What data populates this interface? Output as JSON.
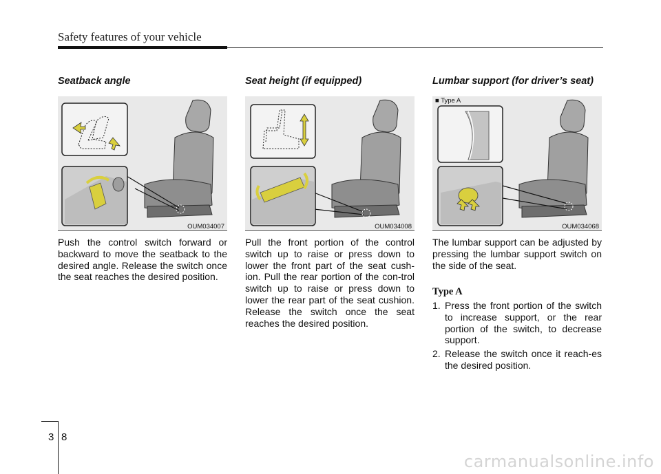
{
  "header": {
    "title": "Safety features of your vehicle"
  },
  "sections": [
    {
      "heading": "Seatback angle",
      "figure_code": "OUM034007",
      "body": "Push the control switch forward or backward to move the seatback to the desired angle. Release the switch once the seat reaches the desired position."
    },
    {
      "heading": "Seat height (if equipped)",
      "figure_code": "OUM034008",
      "body": "Pull the front portion of the control switch up to raise or press down to lower the front part of the seat cush-ion. Pull the rear portion of the con-trol switch up to raise or press down to lower the rear part of the seat cushion. Release the switch once the seat reaches the desired position."
    },
    {
      "heading": "Lumbar support (for driver’s seat)",
      "figure_code": "OUM034068",
      "figure_tag": "■ Type A",
      "body": "The lumbar support can be adjusted by pressing the lumbar support switch on the side of the seat.",
      "subheading": "Type A",
      "steps": [
        {
          "num": "1.",
          "text": "Press the front portion of the switch to increase support, or the rear portion of the switch, to decrease support."
        },
        {
          "num": "2.",
          "text": "Release the switch once it reach-es the desired position."
        }
      ]
    }
  ],
  "footer": {
    "chapter": "3",
    "page": "8"
  },
  "watermark": "carmanualsonline.info",
  "colors": {
    "figure_bg": "#e9e9e9",
    "accent_yellow": "#d9cf3e",
    "inset_border": "#222222"
  }
}
